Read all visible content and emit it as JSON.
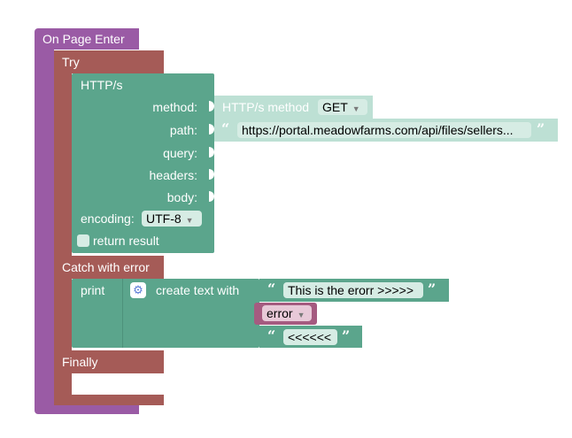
{
  "on_page_enter": {
    "label": "On Page Enter"
  },
  "try_block": {
    "label": "Try",
    "catch_label": "Catch with error",
    "finally_label": "Finally"
  },
  "http_block": {
    "title": "HTTP/s",
    "method_label": "method:",
    "path_label": "path:",
    "query_label": "query:",
    "headers_label": "headers:",
    "body_label": "body:",
    "encoding_label": "encoding:",
    "encoding_value": "UTF-8",
    "return_result_label": "return result"
  },
  "method_block": {
    "label": "HTTP/s method",
    "value": "GET"
  },
  "path_text": {
    "value": "https://portal.meadowfarms.com/api/files/sellers..."
  },
  "print_block": {
    "label": "print"
  },
  "create_text": {
    "label": "create text with"
  },
  "text_items": {
    "first": "This is the erorr >>>>>",
    "variable": "error",
    "last": "<<<<<<"
  },
  "colors": {
    "event": "#9a5ba5",
    "try": "#a55b57",
    "http": "#5ba58c",
    "variable": "#a55b80"
  }
}
